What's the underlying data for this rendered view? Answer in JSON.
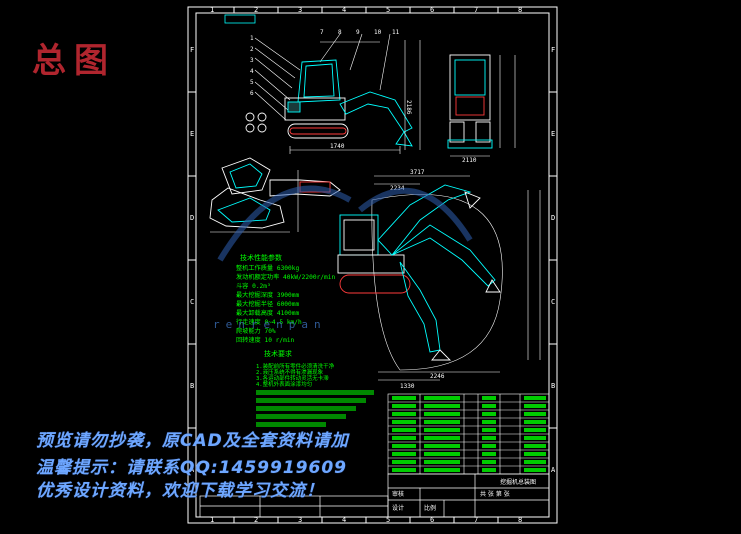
{
  "drawing_title": "总图",
  "frame": {
    "top_refs": [
      "1",
      "2",
      "3",
      "4",
      "5",
      "6",
      "7",
      "8"
    ],
    "side_refs": [
      "F",
      "E",
      "D",
      "C",
      "B",
      "A"
    ]
  },
  "views": {
    "part_callouts": [
      "1",
      "2",
      "3",
      "4",
      "5",
      "6",
      "7",
      "8",
      "9",
      "10",
      "11"
    ],
    "dims_side": [
      "1740",
      "2186"
    ],
    "dims_front": [
      "2110"
    ],
    "dims_work": [
      "3717",
      "2234",
      "2246",
      "1330"
    ]
  },
  "tech_params": {
    "title": "技术性能参数",
    "lines": [
      "整机工作质量 6300kg",
      "发动机额定功率 40kW/2200r/min",
      "斗容 0.2m³",
      "最大挖掘深度 3900mm",
      "最大挖掘半径 6000mm",
      "最大卸载高度 4100mm",
      "行走速度 0~4.5 km/h",
      "爬坡能力 70%",
      "回转速度 10 r/min"
    ]
  },
  "tech_requirements": {
    "title": "技术要求",
    "lines": [
      "1.装配前所有零件必须清洗干净",
      "2.液压系统不得有渗漏现象",
      "3.各运动部件转动灵活无卡滞",
      "4.整机外表面涂漆均匀"
    ]
  },
  "title_block": {
    "header": "挖掘机总装图",
    "designer_label": "设计",
    "checker_label": "审核",
    "scale_label": "比例",
    "sheet": "共 张 第 张"
  },
  "watermark": "renrenpan",
  "notes": [
    "预览请勿抄袭，原CAD及全套资料请加",
    "温馨提示：请联系QQ:1459919609",
    "优秀设计资料，欢迎下载学习交流！"
  ],
  "colors": {
    "frame": "#ffffff",
    "drawing": "#00ffff",
    "text": "#00ff00",
    "dims": "#ffffff",
    "highlight": "#ff3b3b",
    "title": "#b0252e",
    "note": "#6ea7ff"
  }
}
